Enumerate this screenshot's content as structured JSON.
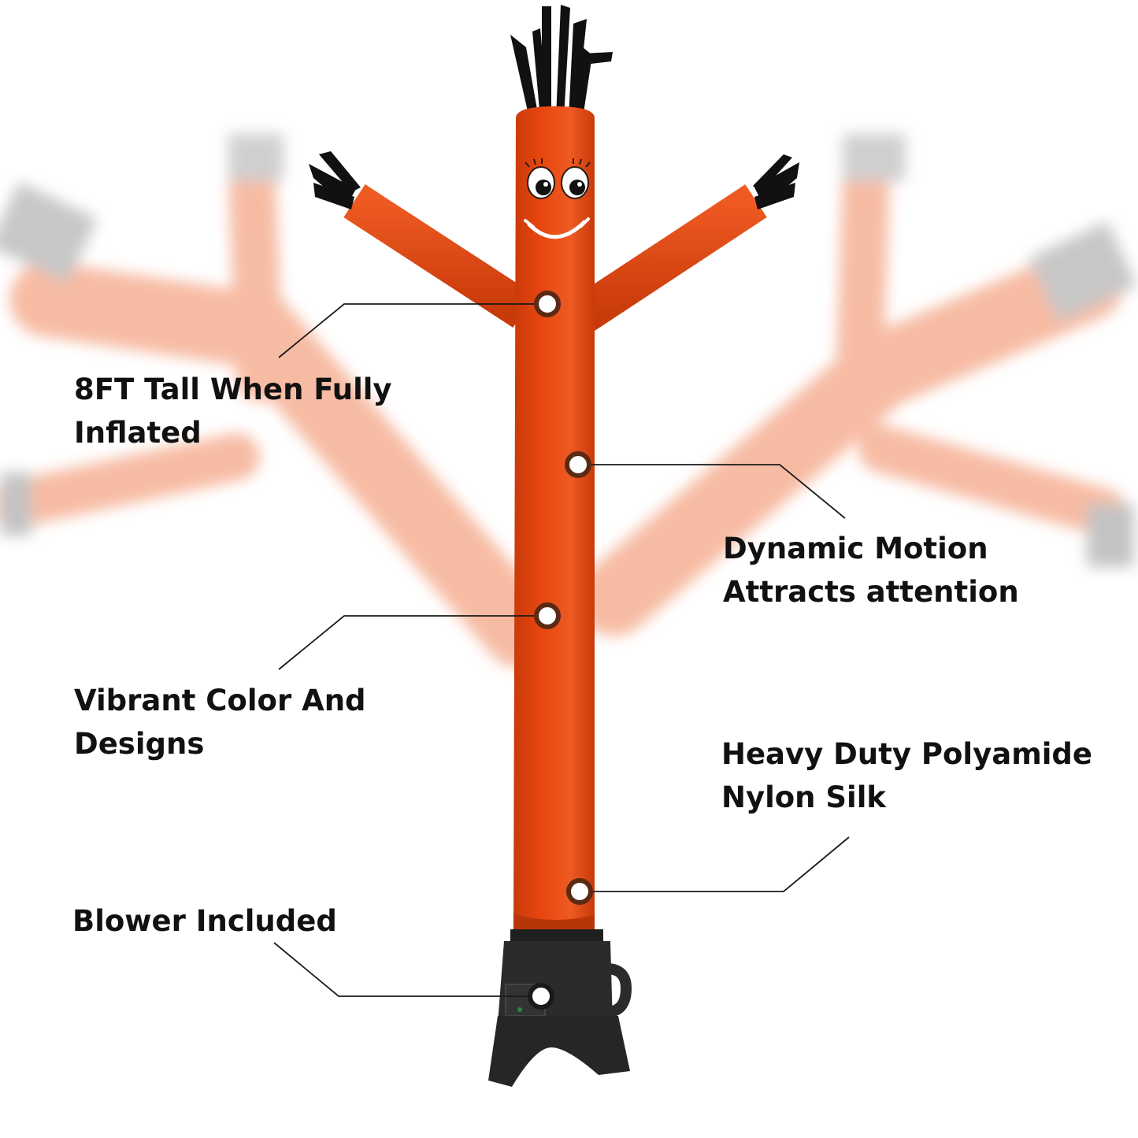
{
  "colors": {
    "tube": "#e8470f",
    "tube_shade": "#c93a0a",
    "ghost": "#f4a585",
    "blower": "#2b2b2b",
    "line": "#1a1a1a"
  },
  "features": {
    "height": {
      "line1": "8FT Tall When Fully",
      "line2": "Inflated"
    },
    "motion": {
      "line1": "Dynamic Motion",
      "line2": "Attracts attention"
    },
    "color": {
      "line1": "Vibrant Color And",
      "line2": "Designs"
    },
    "fabric": {
      "line1": "Heavy Duty Polyamide",
      "line2": "Nylon Silk"
    },
    "blower": {
      "line1": "Blower Included"
    }
  },
  "illustration": {
    "subject": "inflatable-tube-man-icon",
    "base": "blower-fan-icon"
  }
}
